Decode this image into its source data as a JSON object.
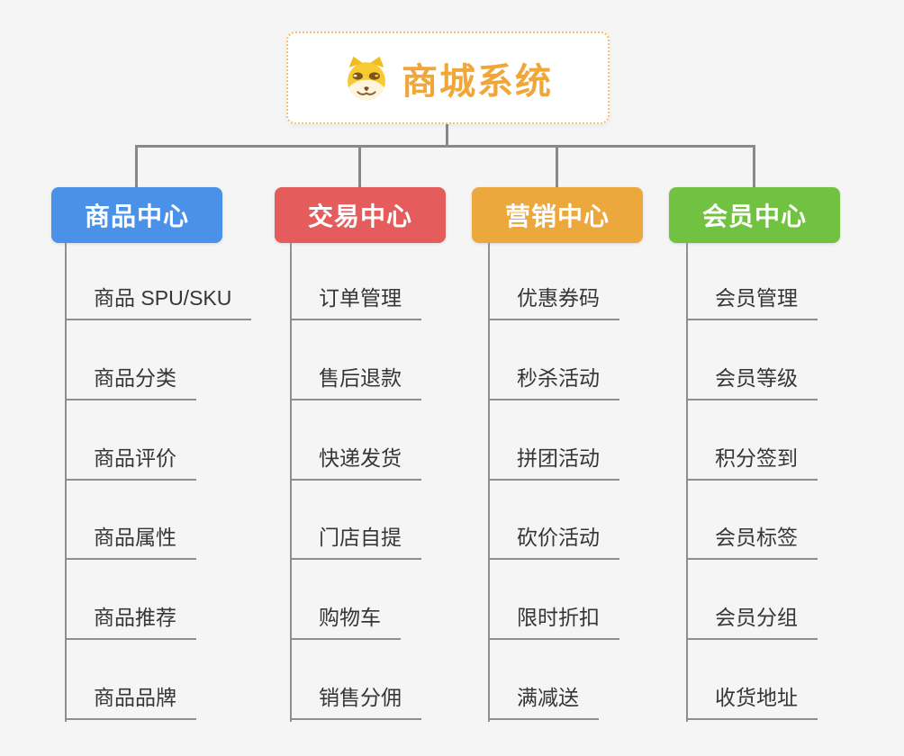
{
  "root": {
    "title": "商城系统",
    "accent_color": "#f0a73a",
    "icon": "doge-icon"
  },
  "connector_color": "#898989",
  "branches": [
    {
      "label": "商品中心",
      "color": "#4a91e9",
      "items": [
        "商品 SPU/SKU",
        "商品分类",
        "商品评价",
        "商品属性",
        "商品推荐",
        "商品品牌"
      ]
    },
    {
      "label": "交易中心",
      "color": "#e45c5c",
      "items": [
        "订单管理",
        "售后退款",
        "快递发货",
        "门店自提",
        "购物车",
        "销售分佣"
      ]
    },
    {
      "label": "营销中心",
      "color": "#eca83c",
      "items": [
        "优惠券码",
        "秒杀活动",
        "拼团活动",
        "砍价活动",
        "限时折扣",
        "满减送"
      ]
    },
    {
      "label": "会员中心",
      "color": "#72c241",
      "items": [
        "会员管理",
        "会员等级",
        "积分签到",
        "会员标签",
        "会员分组",
        "收货地址"
      ]
    }
  ]
}
